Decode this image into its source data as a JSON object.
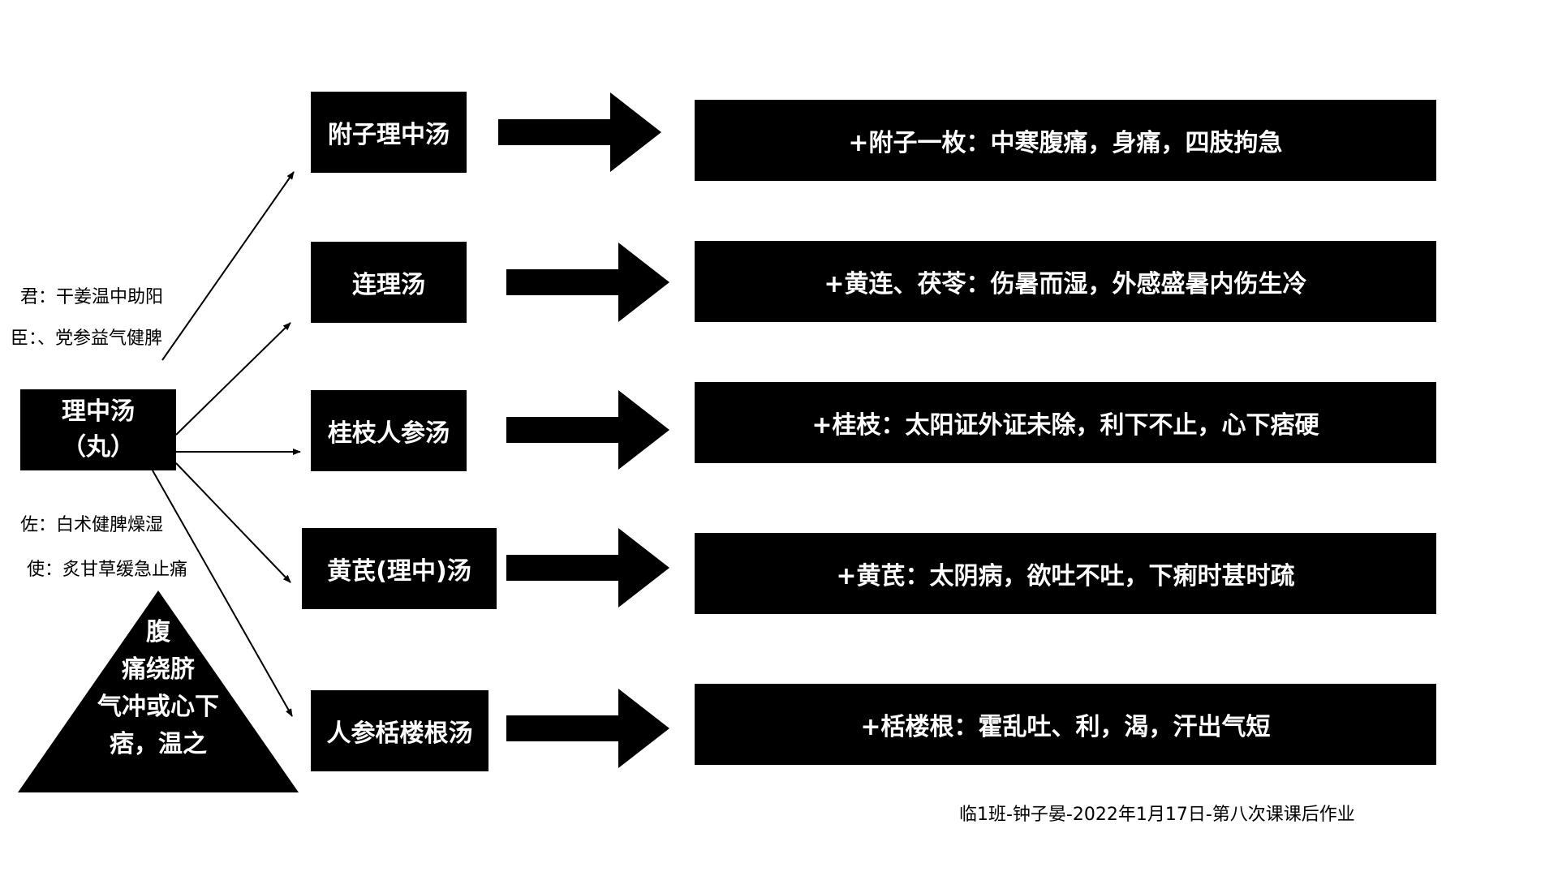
{
  "root": {
    "line1": "理中汤",
    "line2": "（丸）"
  },
  "roles": {
    "jun": "君：干姜温中助阳",
    "chen": "臣：、党参益气健脾",
    "zuo": "佐：白术健脾燥湿",
    "shi": "使：炙甘草缓急止痛"
  },
  "indication": {
    "lines": [
      "腹",
      "痛绕脐",
      "气冲或心下",
      "痞，温之"
    ]
  },
  "branches": [
    {
      "formula": "附子理中汤",
      "description": "+附子一枚：中寒腹痛，身痛，四肢拘急"
    },
    {
      "formula": "连理汤",
      "description": "+黄连、茯苓：伤暑而湿，外感盛暑内伤生冷"
    },
    {
      "formula": "桂枝人参汤",
      "description": "+桂枝：太阳证外证未除，利下不止，心下痞硬"
    },
    {
      "formula": "黄芪(理中)汤",
      "description": "+黄芪：太阴病，欲吐不吐，下痢时甚时疏"
    },
    {
      "formula": "人参栝楼根汤",
      "description": "+栝楼根：霍乱吐、利，渴，汗出气短"
    }
  ],
  "footer": "临1班-钟子晏-2022年1月17日-第八次课课后作业"
}
